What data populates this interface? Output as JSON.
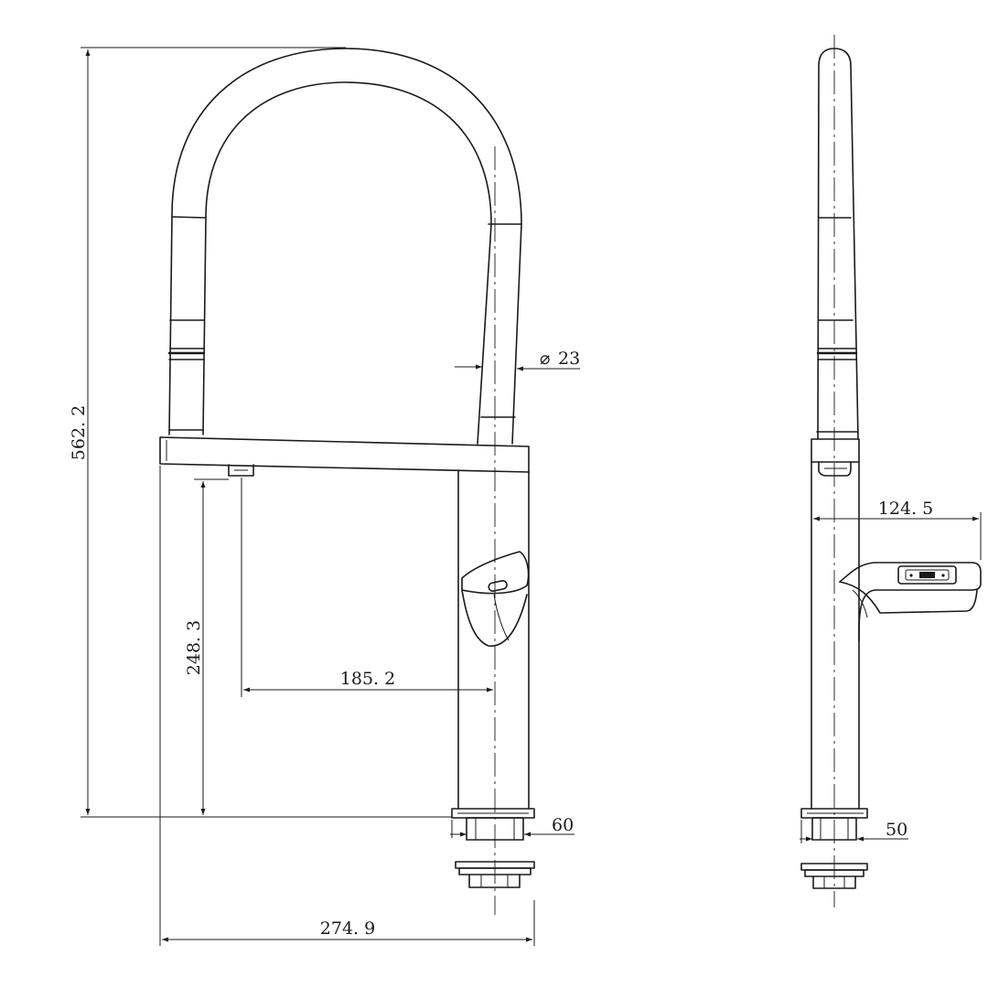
{
  "dimensions": {
    "overall_height": "562. 2",
    "spout_reach": "274. 9",
    "outlet_height": "248. 3",
    "outlet_to_center": "185. 2",
    "hose_diameter_symbol": "⌀",
    "hose_diameter_value": "23",
    "base_diameter_front": "60",
    "side_handle_reach": "124. 5",
    "base_diameter_side": "50"
  }
}
